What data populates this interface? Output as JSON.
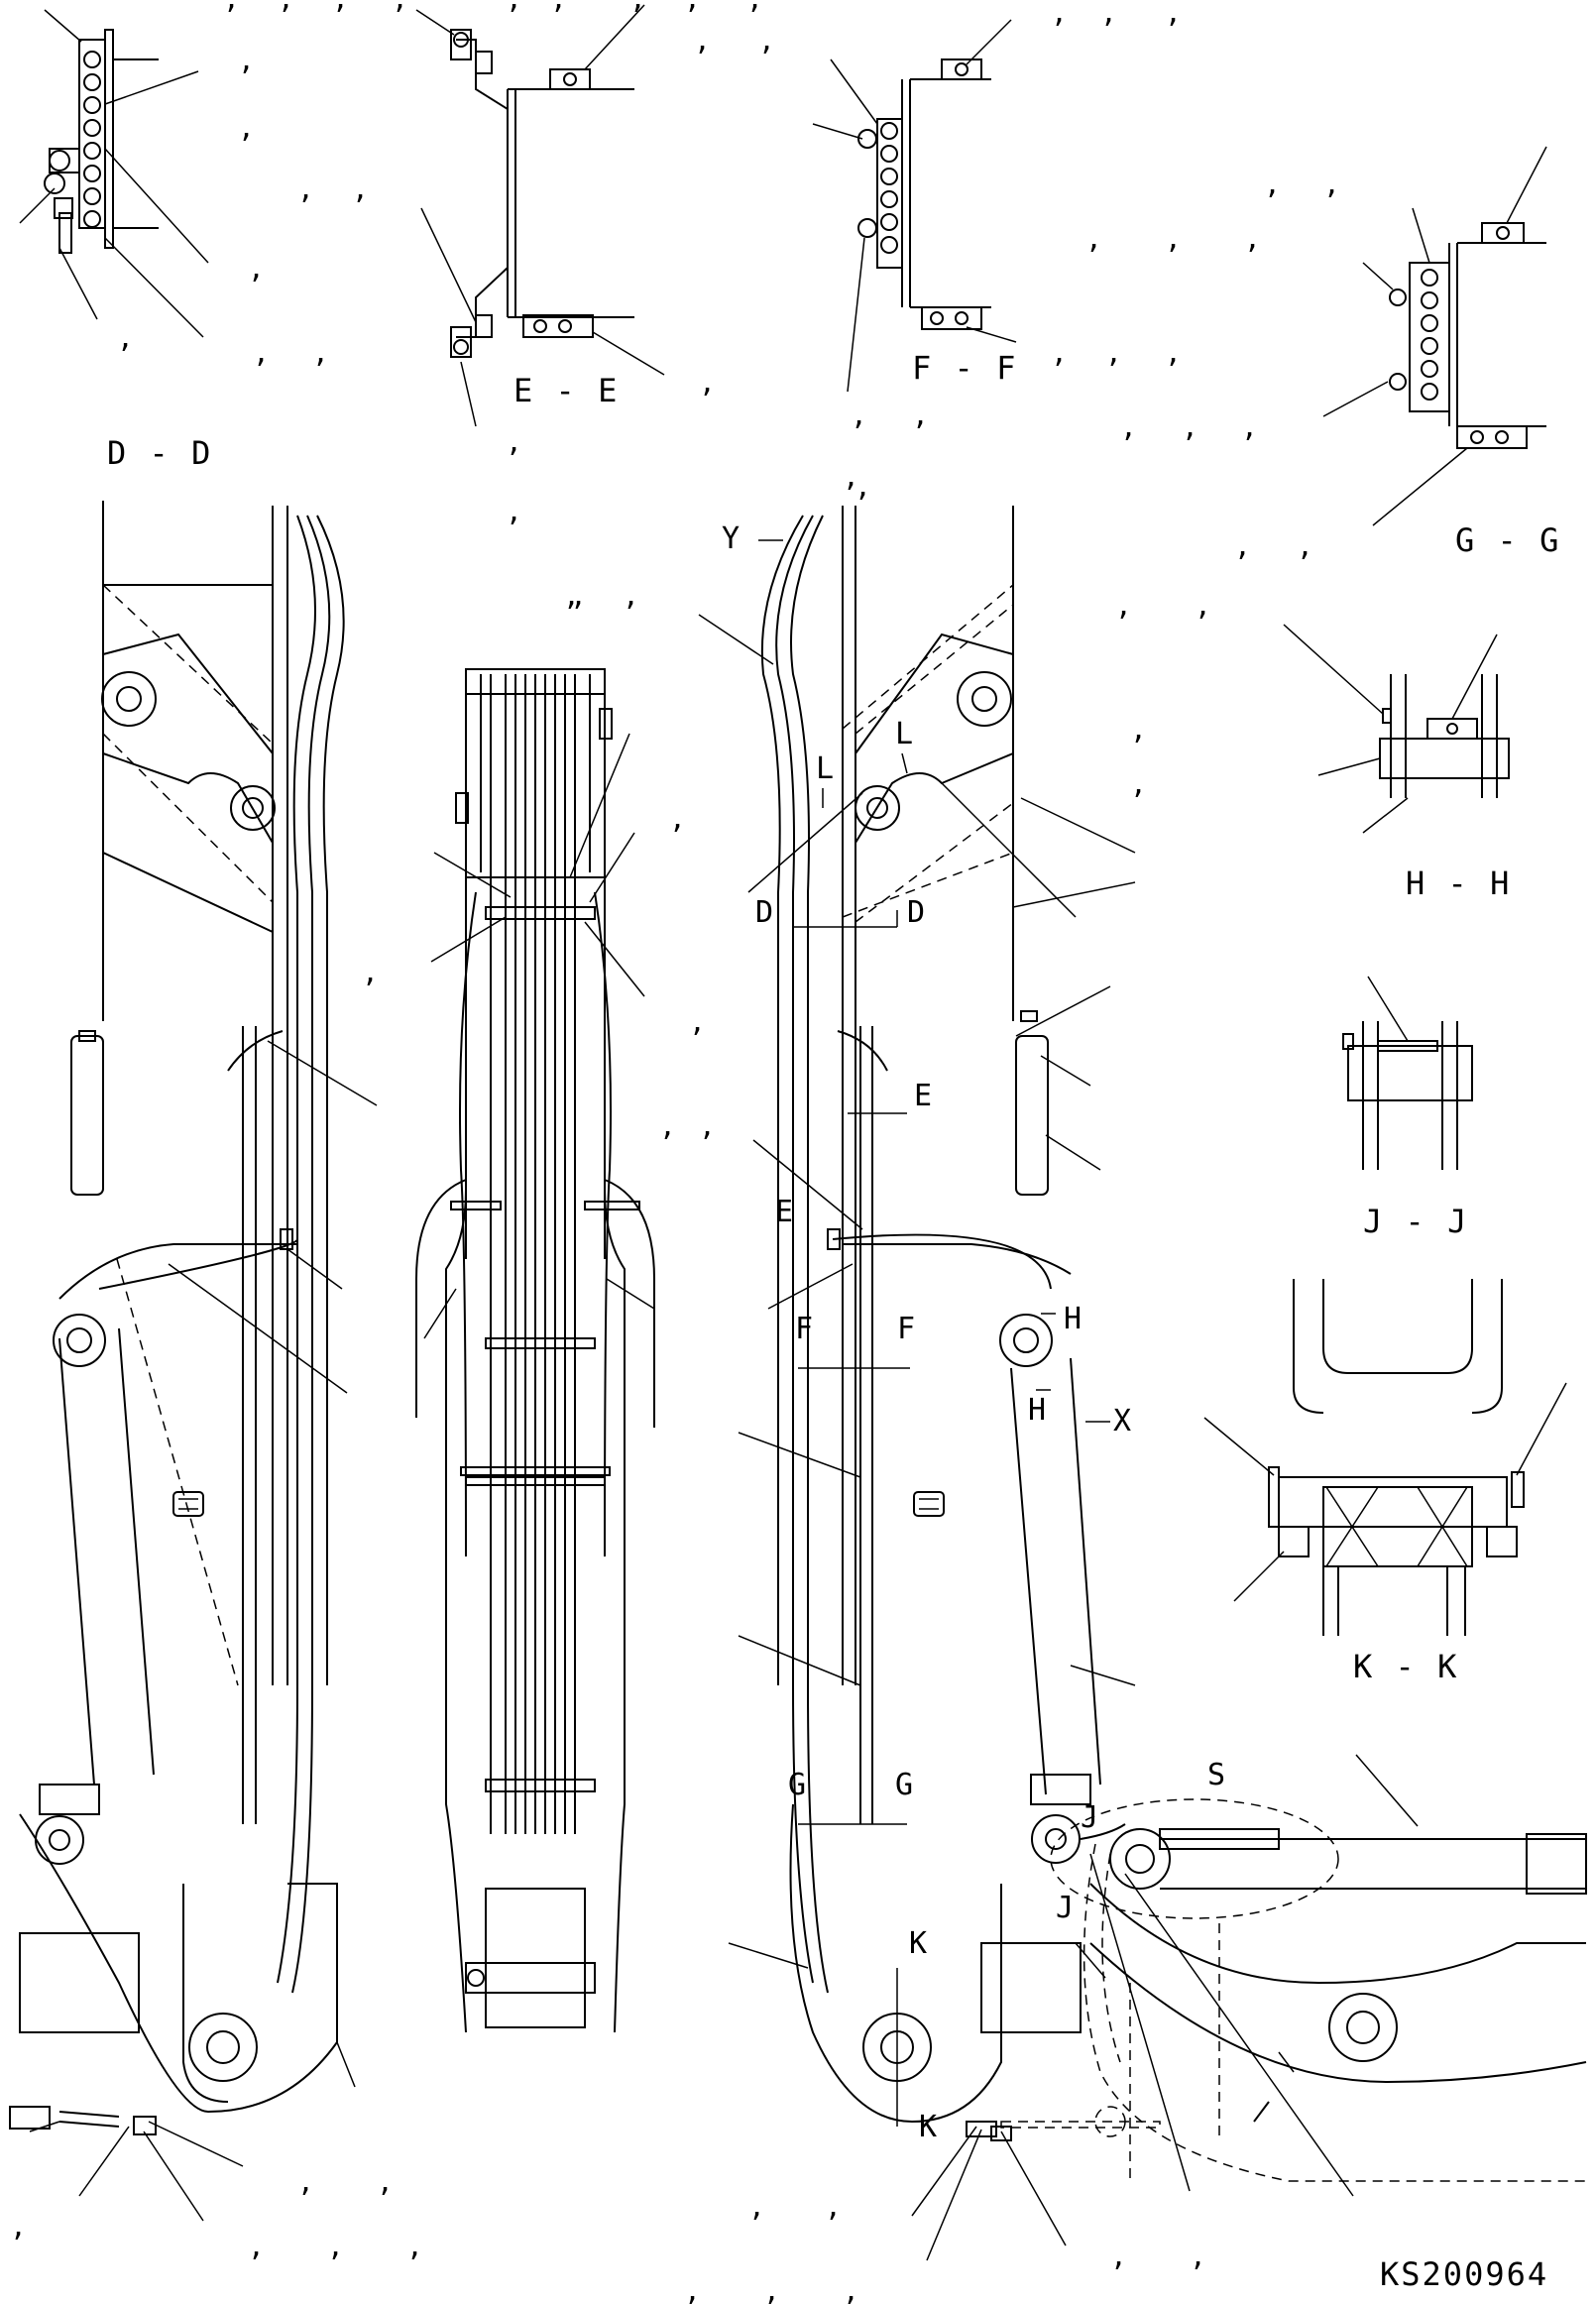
{
  "section_labels": {
    "dd": "D - D",
    "ee": "E - E",
    "ff": "F - F",
    "gg": "G - G",
    "hh": "H - H",
    "jj": "J - J",
    "kk": "K - K"
  },
  "view_markers": {
    "y": "Y",
    "x": "X",
    "s": "S",
    "l1": "L",
    "l2": "L",
    "d1": "D",
    "d2": "D",
    "e1": "E",
    "e2": "E",
    "f1": "F",
    "f2": "F",
    "g1": "G",
    "g2": "G",
    "h1": "H",
    "h2": "H",
    "j1": "J",
    "j2": "J",
    "k1": "K",
    "k2": "K"
  },
  "callout_mark": ",",
  "drawing_number": "KS200964"
}
